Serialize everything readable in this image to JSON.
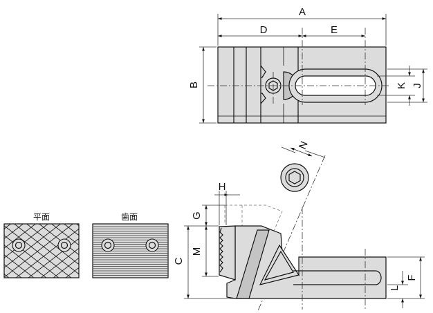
{
  "dimensions": {
    "A": "A",
    "B": "B",
    "C": "C",
    "D": "D",
    "E": "E",
    "F": "F",
    "G": "G",
    "H": "H",
    "J": "J",
    "K": "K",
    "L": "L",
    "M": "M",
    "N": "N"
  },
  "variants": {
    "flat_label": "平面",
    "serrated_label": "歯面"
  },
  "colors": {
    "part_fill": "#dcdcdc",
    "line": "#111111"
  }
}
